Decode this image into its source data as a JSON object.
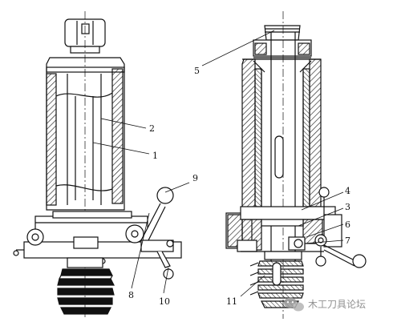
{
  "callouts": {
    "c1": "1",
    "c2": "2",
    "c3": "3",
    "c4": "4",
    "c5": "5",
    "c6": "6",
    "c7": "7",
    "c8": "8",
    "c9": "9",
    "c10": "10",
    "c11": "11"
  },
  "watermark": {
    "text": "木工刀具论坛",
    "icon": "wechat-bubble-icon"
  },
  "colors": {
    "ink": "#111111",
    "hatch": "#222222",
    "paper": "#ffffff",
    "watermark": "#8a8a8a"
  }
}
